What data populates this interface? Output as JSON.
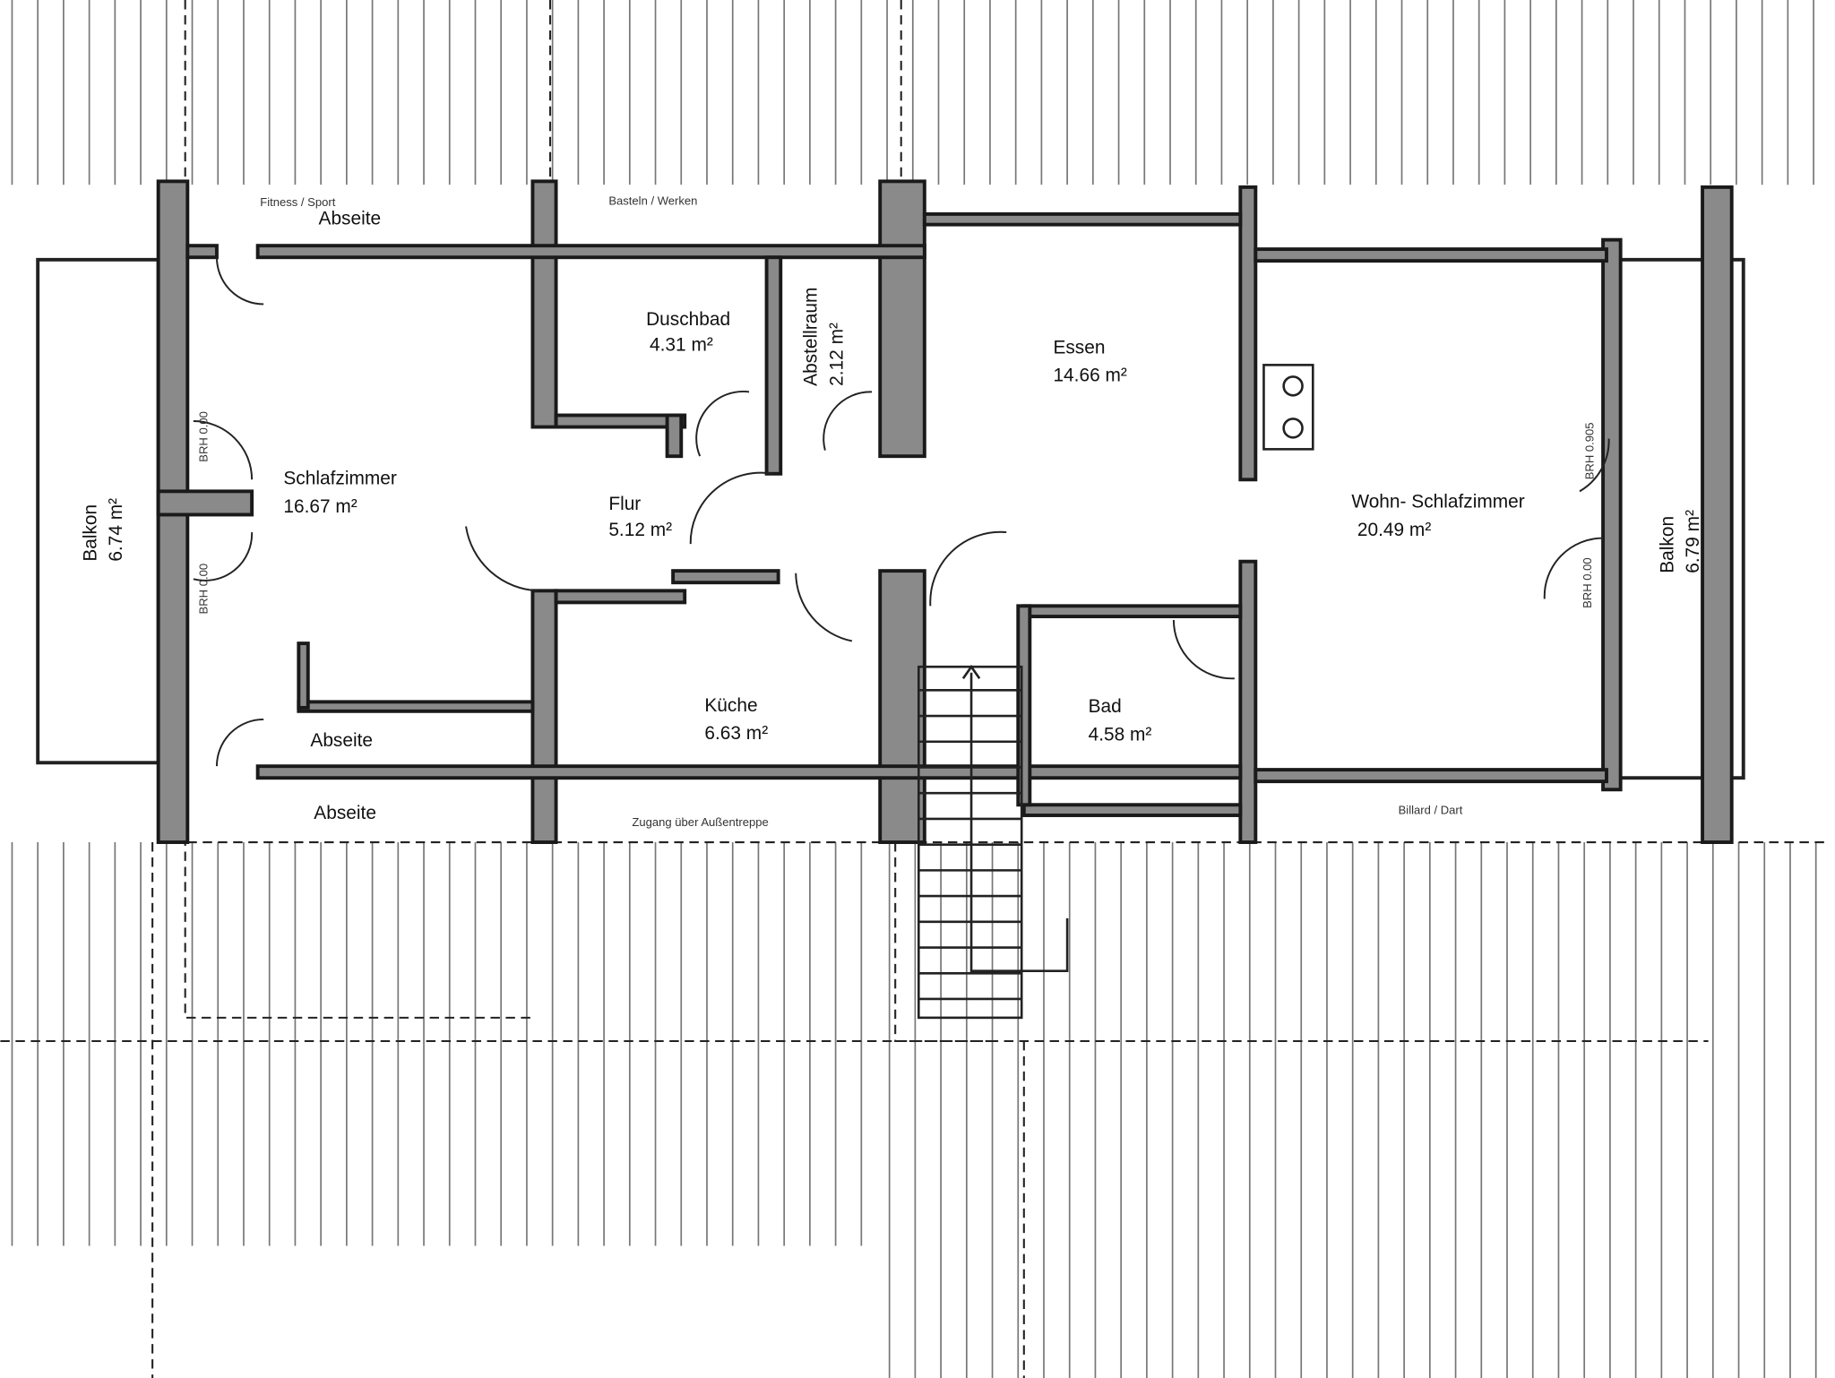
{
  "rooms": [
    {
      "name": "Schlafzimmer",
      "area": "16.67 m²"
    },
    {
      "name": "Balkon",
      "area": "6.74 m²"
    },
    {
      "name": "Duschbad",
      "area": "4.31 m²"
    },
    {
      "name": "Abstellraum",
      "area": "2.12 m²"
    },
    {
      "name": "Flur",
      "area": "5.12 m²"
    },
    {
      "name": "Essen",
      "area": "14.66 m²"
    },
    {
      "name": "Küche",
      "area": "6.63 m²"
    },
    {
      "name": "Bad",
      "area": "4.58 m²"
    },
    {
      "name": "Wohn- Schlafzimmer",
      "area": "20.49 m²"
    },
    {
      "name": "Balkon",
      "area": "6.79 m²"
    }
  ],
  "abseite_labels": [
    "Abseite",
    "Abseite",
    "Abseite"
  ],
  "annotations": [
    "Fitness / Sport",
    "Basteln / Werken",
    "Zugang über Außentreppe",
    "Billard / Dart"
  ],
  "window_labels": [
    "BRH 0.00",
    "BRH 0.00",
    "BRH 0.905",
    "BRH 0.00"
  ]
}
